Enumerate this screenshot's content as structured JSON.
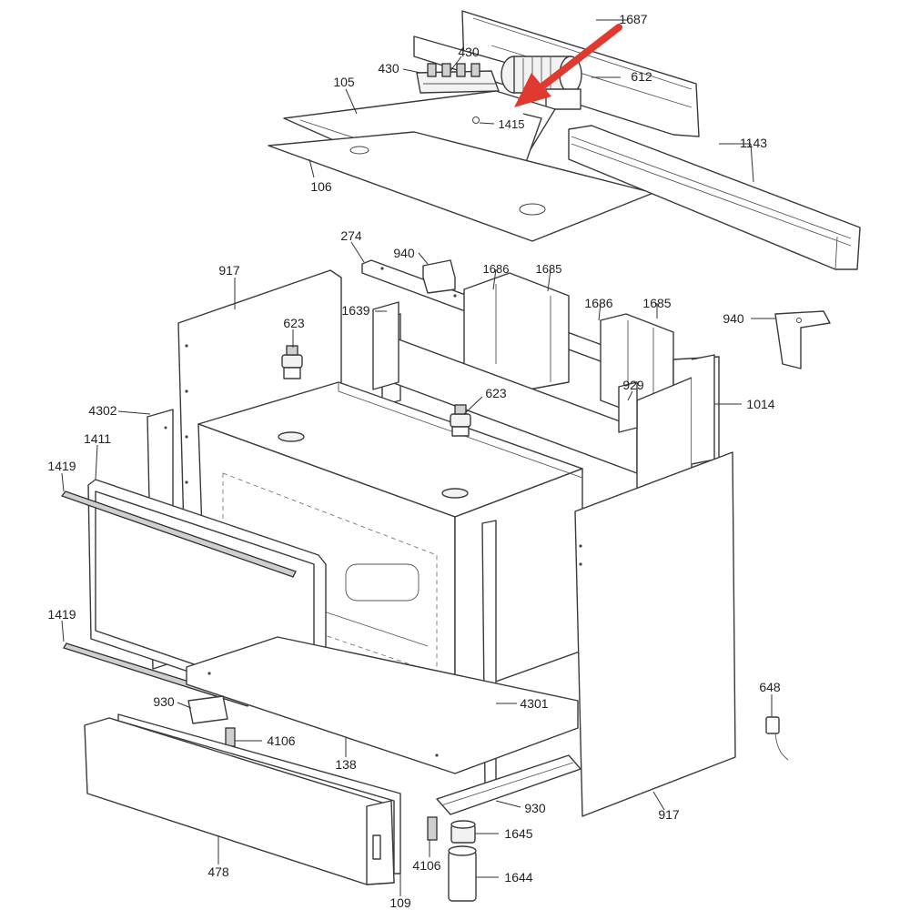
{
  "diagram": {
    "arrow_color": "#e03a30",
    "callouts": [
      {
        "id": "c1687",
        "text": "1687"
      },
      {
        "id": "c430a",
        "text": "430"
      },
      {
        "id": "c430b",
        "text": "430"
      },
      {
        "id": "c612",
        "text": "612"
      },
      {
        "id": "c105",
        "text": "105"
      },
      {
        "id": "c1415",
        "text": "1415"
      },
      {
        "id": "c1143",
        "text": "1143"
      },
      {
        "id": "c106",
        "text": "106"
      },
      {
        "id": "c274",
        "text": "274"
      },
      {
        "id": "c940a",
        "text": "940"
      },
      {
        "id": "c1686a",
        "text": "1686"
      },
      {
        "id": "c1685a",
        "text": "1685"
      },
      {
        "id": "c917a",
        "text": "917"
      },
      {
        "id": "c1639",
        "text": "1639"
      },
      {
        "id": "c623a",
        "text": "623"
      },
      {
        "id": "c1686b",
        "text": "1686"
      },
      {
        "id": "c1685b",
        "text": "1685"
      },
      {
        "id": "c940b",
        "text": "940"
      },
      {
        "id": "c929",
        "text": "929"
      },
      {
        "id": "c1014",
        "text": "1014"
      },
      {
        "id": "c623b",
        "text": "623"
      },
      {
        "id": "c4302",
        "text": "4302"
      },
      {
        "id": "c1411",
        "text": "1411"
      },
      {
        "id": "c1419a",
        "text": "1419"
      },
      {
        "id": "c1419b",
        "text": "1419"
      },
      {
        "id": "c930a",
        "text": "930"
      },
      {
        "id": "c4106a",
        "text": "4106"
      },
      {
        "id": "c138",
        "text": "138"
      },
      {
        "id": "c4301",
        "text": "4301"
      },
      {
        "id": "c648",
        "text": "648"
      },
      {
        "id": "c930b",
        "text": "930"
      },
      {
        "id": "c917b",
        "text": "917"
      },
      {
        "id": "c1645",
        "text": "1645"
      },
      {
        "id": "c1644",
        "text": "1644"
      },
      {
        "id": "c4106b",
        "text": "4106"
      },
      {
        "id": "c478",
        "text": "478"
      },
      {
        "id": "c109",
        "text": "109"
      }
    ]
  }
}
